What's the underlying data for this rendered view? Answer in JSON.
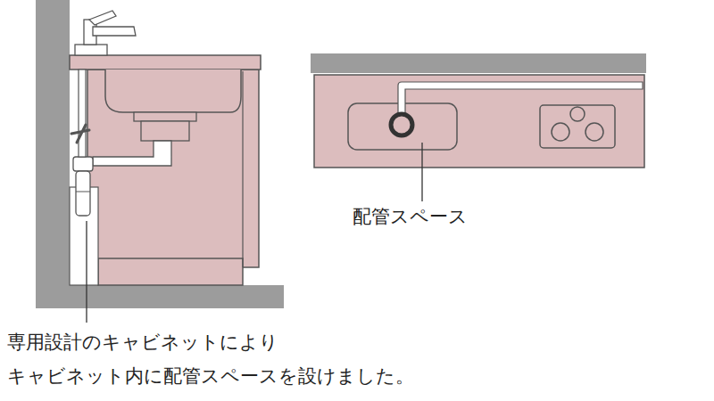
{
  "diagram": {
    "labels": [
      "配管スペース",
      "専用設計のキャビネットにより",
      "キャビネット内に配管スペースを設けました。"
    ]
  }
}
